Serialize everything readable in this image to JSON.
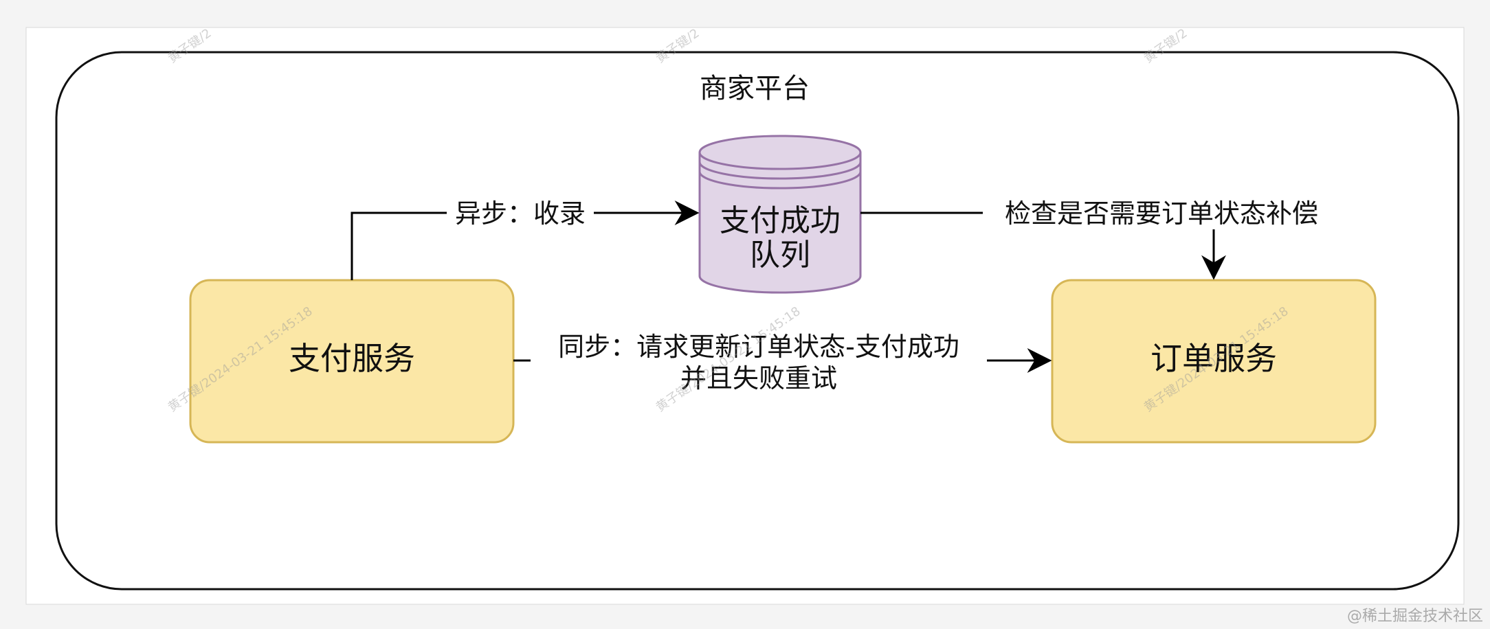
{
  "diagram": {
    "container_title": "商家平台",
    "queue": {
      "line1": "支付成功",
      "line2": "队列"
    },
    "payment_service": "支付服务",
    "order_service": "订单服务",
    "async_edge_label": "异步：收录",
    "check_edge_label": "检查是否需要订单状态补偿",
    "sync_edge_label_line1": "同步：请求更新订单状态-支付成功",
    "sync_edge_label_line2": "并且失败重试"
  },
  "watermarks": {
    "short": "黄子键/2",
    "timestamped": "黄子键/2024-03-21 15:45:18",
    "footer": "@稀土掘金技术社区"
  },
  "colors": {
    "service_fill": "#fbe7a6",
    "service_stroke": "#d6b656",
    "queue_fill": "#e1d5e7",
    "queue_stroke": "#9673a6",
    "line": "#000000",
    "frame": "#ffffff"
  }
}
